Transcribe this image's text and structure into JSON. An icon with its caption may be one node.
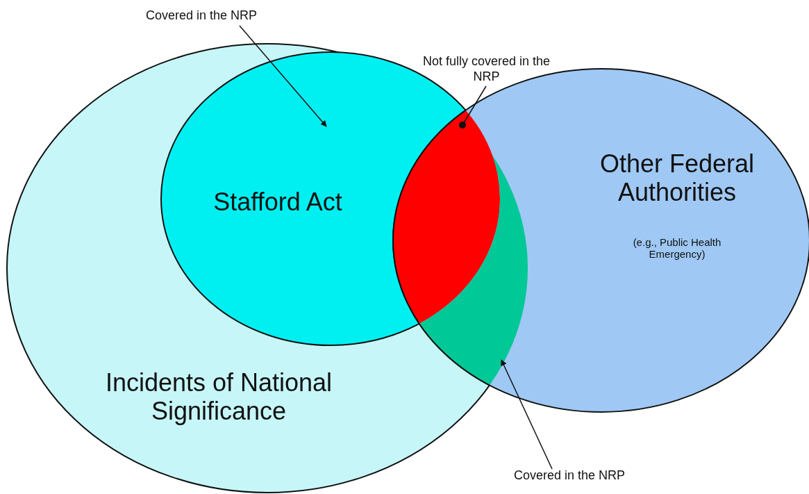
{
  "diagram": {
    "nodes": [
      {
        "text": [
          "Incidents of National Significance"
        ]
      },
      {
        "text": [
          "Stafford Act"
        ],
        "in": 0
      },
      {
        "text": [
          "Other Federal Authorities",
          "(e.g., Public Health Emergency)"
        ]
      },
      {
        "text": [],
        "shape": "lens"
      },
      {
        "text": [],
        "shape": "lens"
      },
      {
        "text": [
          "Covered in the NRP"
        ]
      },
      {
        "text": [
          "Not fully covered in the NRP"
        ]
      },
      {
        "text": [
          "Covered in the NRP"
        ]
      }
    ],
    "edges": [
      {
        "from": 5,
        "to": 1,
        "arrow": "to"
      },
      {
        "from": 6,
        "to": 3,
        "arrow": "other"
      },
      {
        "from": 7,
        "to": 4,
        "arrow": "to"
      }
    ]
  }
}
